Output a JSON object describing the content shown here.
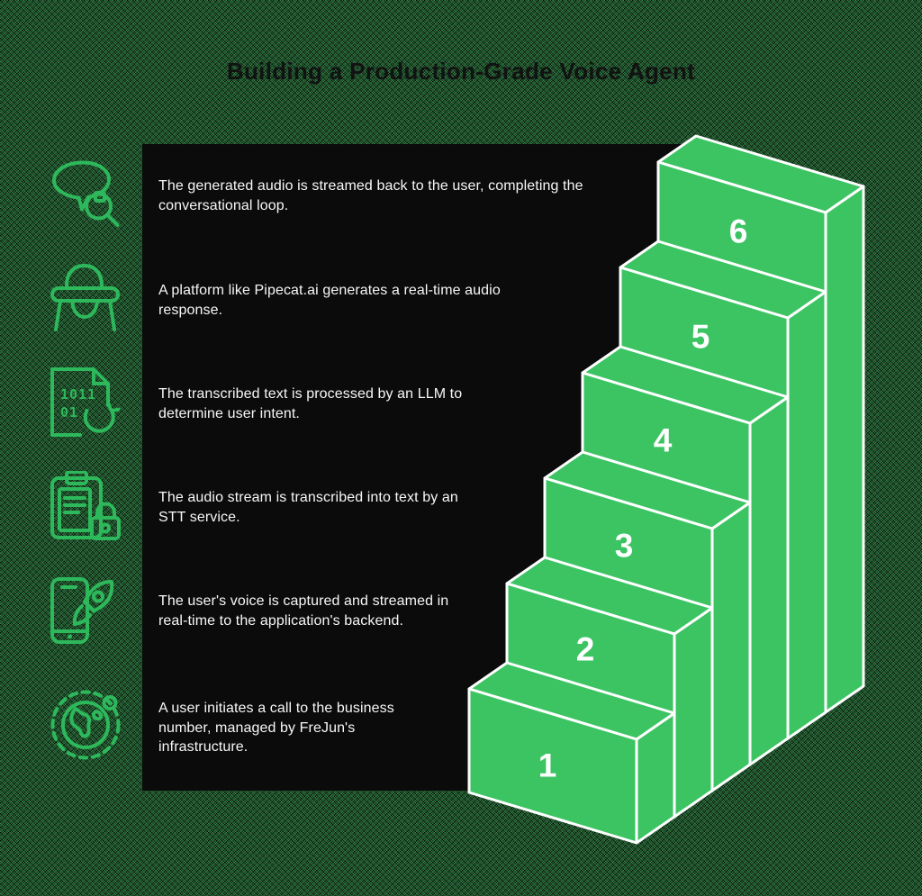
{
  "title": "Building a Production-Grade Voice Agent",
  "colors": {
    "stair_green": "#3cc463",
    "icon_green": "#2eb85c",
    "panel_black": "#0b0b0b",
    "outline_white": "#ffffff",
    "body_text": "#f7f7f7",
    "title_text": "#121212"
  },
  "items": [
    {
      "step": "6",
      "icon": "chat-search-icon",
      "lines": [
        "The generated audio is streamed back to the user, completing the",
        "conversational loop."
      ]
    },
    {
      "step": "5",
      "icon": "support-agent-desk-icon",
      "lines": [
        "A platform like Pipecat.ai generates a real-time audio",
        "response."
      ]
    },
    {
      "step": "4",
      "icon": "binary-document-refresh-icon",
      "lines": [
        "The transcribed text is processed by an LLM to",
        "determine user intent."
      ]
    },
    {
      "step": "3",
      "icon": "clipboard-lock-icon",
      "lines": [
        "The audio stream is transcribed into text by an",
        "STT service."
      ]
    },
    {
      "step": "2",
      "icon": "phone-rocket-launch-icon",
      "lines": [
        "The user's voice is captured and streamed in",
        "real-time to the application's backend."
      ]
    },
    {
      "step": "1",
      "icon": "globe-network-icon",
      "lines": [
        "A user initiates a call to the business",
        "number, managed by FreJun's",
        "infrastructure."
      ]
    }
  ],
  "stairs": {
    "numbers_top_to_bottom": [
      "6",
      "5",
      "4",
      "3",
      "2",
      "1"
    ],
    "icon_3_binary_line1": "1011",
    "icon_3_binary_line2": "01"
  }
}
